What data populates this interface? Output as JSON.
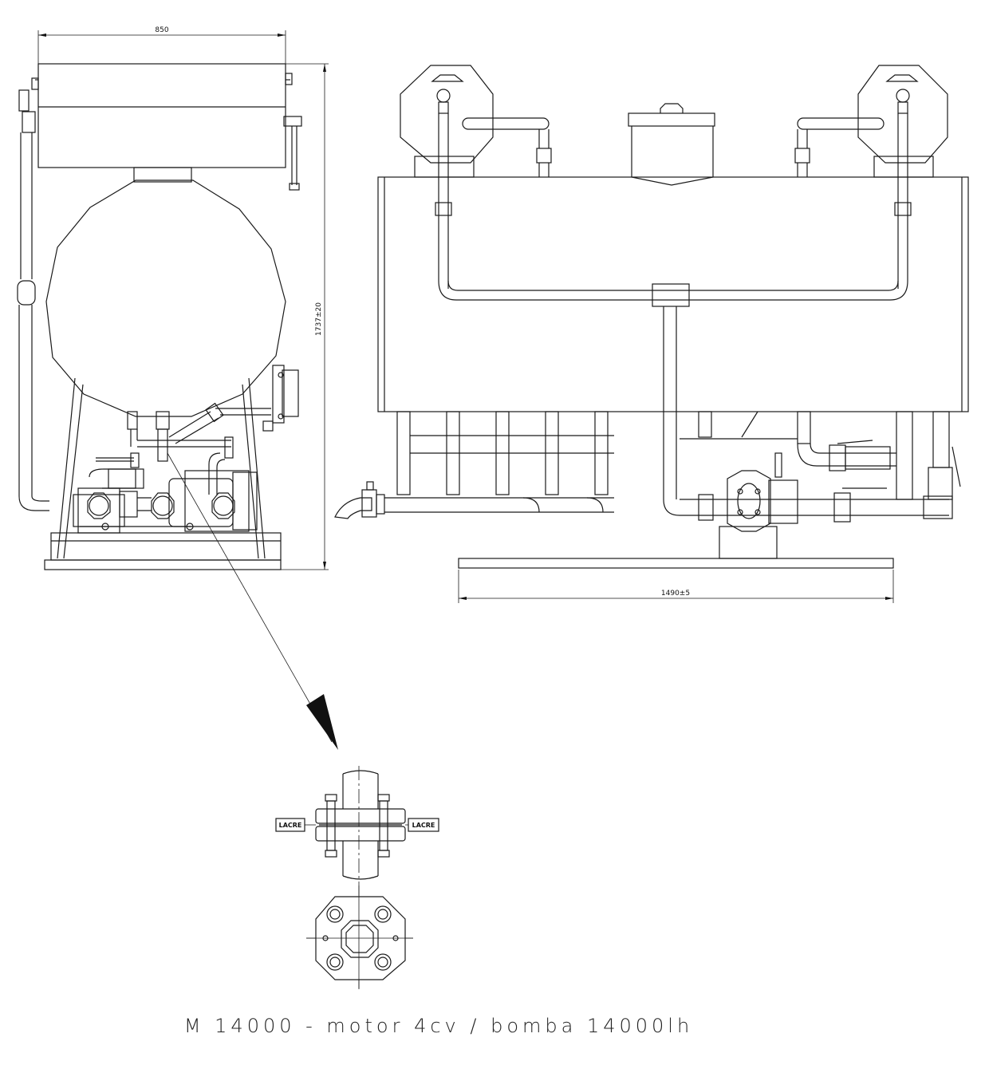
{
  "dimensions": {
    "side_width": "850",
    "side_height": "1737±20",
    "front_width": "1490±5"
  },
  "labels": {
    "seal_left": "LACRE",
    "seal_right": "LACRE"
  },
  "caption": "M 14000 - motor 4cv / bomba 14000lh"
}
